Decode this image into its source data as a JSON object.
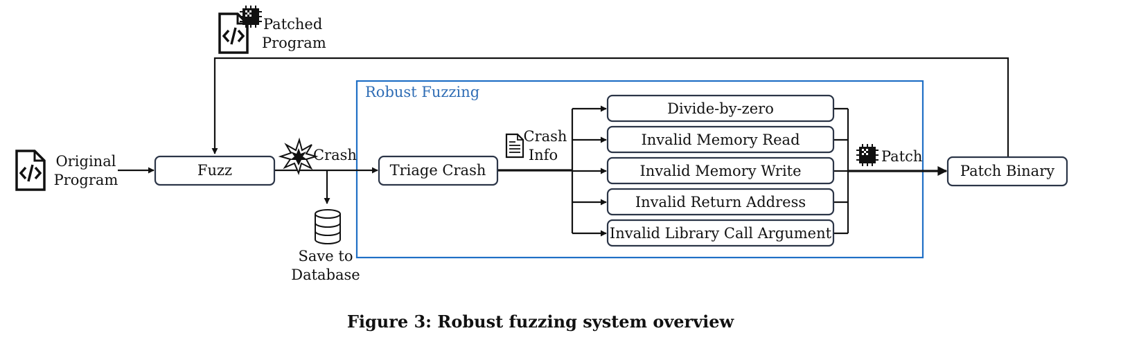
{
  "region": {
    "label": "Robust Fuzzing"
  },
  "inputs": {
    "original_program": [
      "Original",
      "Program"
    ],
    "patched_program": [
      "Patched",
      "Program"
    ]
  },
  "nodes": {
    "fuzz": "Fuzz",
    "triage": "Triage Crash",
    "patch_binary": "Patch Binary",
    "crash_types": [
      "Divide-by-zero",
      "Invalid Memory Read",
      "Invalid Memory Write",
      "Invalid Return Address",
      "Invalid Library Call Argument"
    ]
  },
  "edges": {
    "crash": "Crash",
    "crash_info": [
      "Crash",
      "Info"
    ],
    "patch": "Patch",
    "save_to_database": [
      "Save to",
      "Database"
    ]
  },
  "caption": "Figure 3: Robust fuzzing system overview",
  "icons": {
    "program": "code-file-icon",
    "chip": "chip-icon",
    "crash": "explosion-icon",
    "document": "document-icon",
    "database": "database-icon"
  },
  "colors": {
    "region_border": "#1f6fc5",
    "region_label": "#2f6db5",
    "node_border": "#2b3547"
  }
}
